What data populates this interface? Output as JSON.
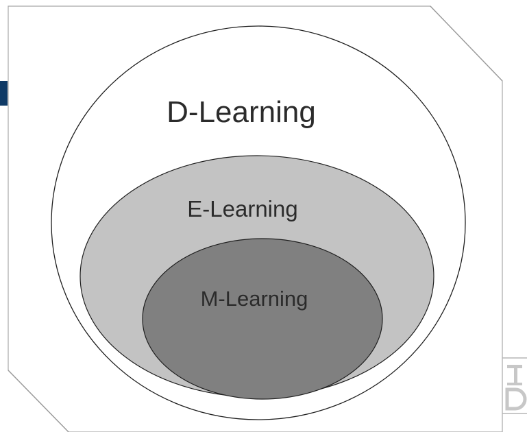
{
  "diagram": {
    "outer_label": "D-Learning",
    "middle_label": "E-Learning",
    "inner_label": "M-Learning"
  },
  "colors": {
    "outer_fill": "#ffffff",
    "middle_fill": "#c3c3c3",
    "inner_fill": "#808080",
    "accent_bar": "#0f3a66",
    "frame_line": "#9a9a9a"
  }
}
